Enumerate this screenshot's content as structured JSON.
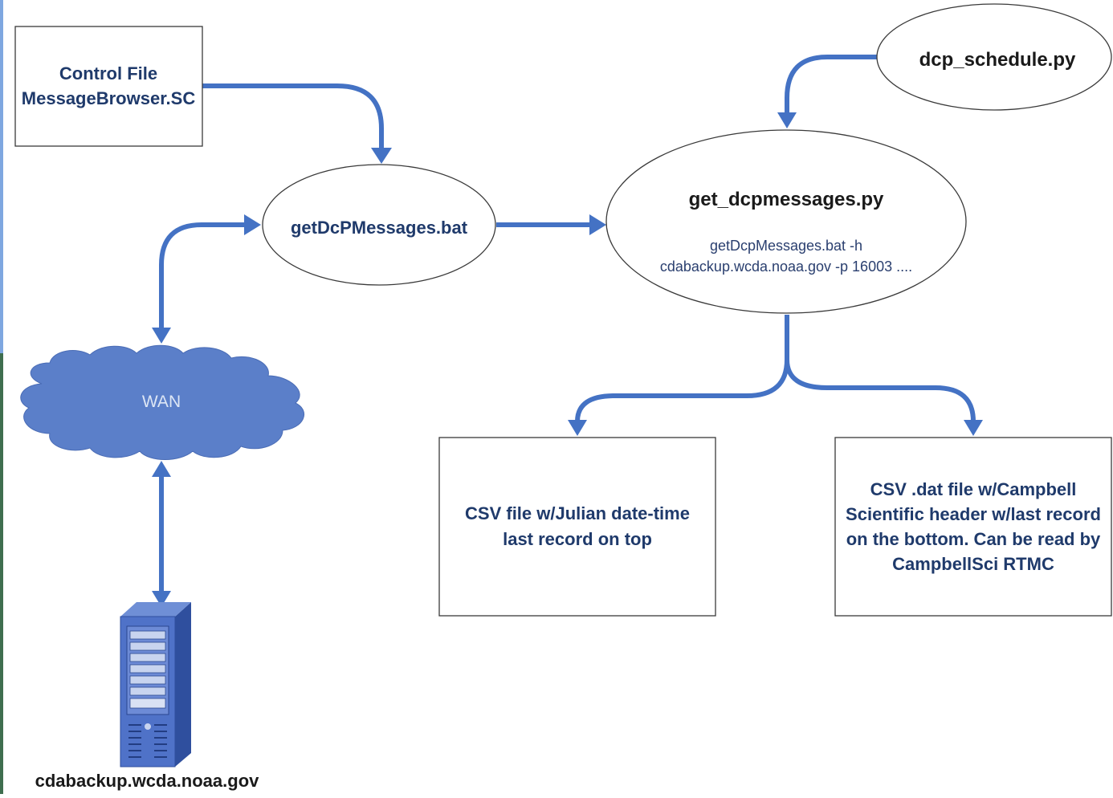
{
  "nodes": {
    "control_file": {
      "line1": "Control File",
      "line2": "MessageBrowser.SC"
    },
    "get_bat": {
      "label": "getDcPMessages.bat"
    },
    "get_py": {
      "title": "get_dcpmessages.py",
      "cmd_line1": "getDcpMessages.bat -h",
      "cmd_line2": "cdabackup.wcda.noaa.gov -p 16003 ...."
    },
    "schedule": {
      "label": "dcp_schedule.py"
    },
    "wan": {
      "label": "WAN"
    },
    "server": {
      "label": "cdabackup.wcda.noaa.gov"
    },
    "csv_julian": {
      "line1": "CSV file w/Julian date-time",
      "line2": "last record on top"
    },
    "csv_dat": {
      "line1": "CSV .dat file w/Campbell",
      "line2": "Scientific header w/last record",
      "line3": "on the bottom. Can be read by",
      "line4": "CampbellSci RTMC"
    }
  },
  "colors": {
    "arrow": "#4472c4",
    "cloud": "#5b7fc9",
    "server": "#4f72c8",
    "text_navy": "#1f3a6b"
  }
}
